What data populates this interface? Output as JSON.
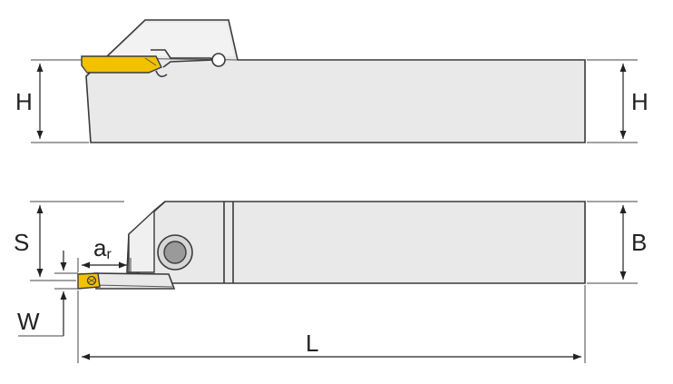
{
  "labels": {
    "h_left": "H",
    "h_right": "H",
    "s": "S",
    "ar_main": "a",
    "ar_sub": "r",
    "b": "B",
    "w": "W",
    "l": "L"
  },
  "colors": {
    "insert": "#f2c200",
    "body": "#e9e9e9",
    "line": "#3a3a3a"
  }
}
